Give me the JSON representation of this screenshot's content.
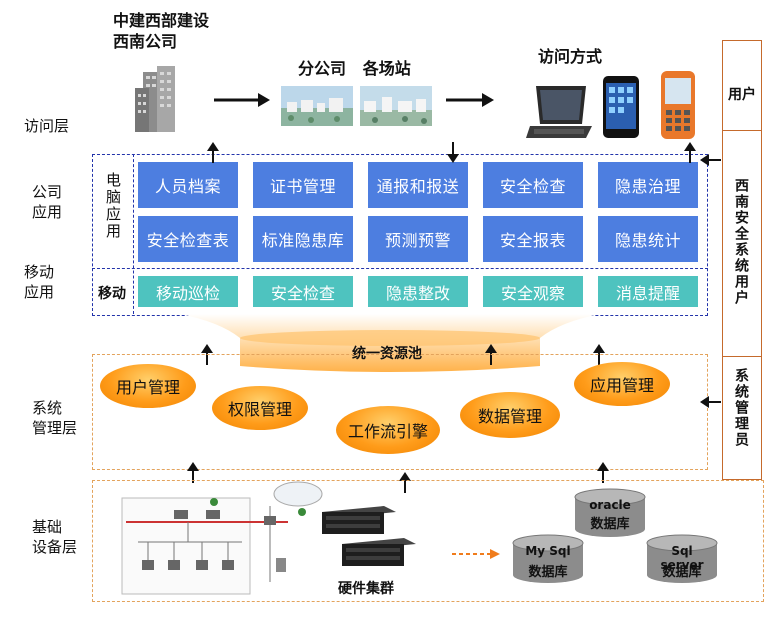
{
  "header": {
    "company": "中建西部建设\n西南公司",
    "branches": "分公司   各场站",
    "access_methods": "访问方式"
  },
  "layers": {
    "access": "访问层",
    "company_app": "公司\n应用",
    "mobile_app": "移动\n应用",
    "system_mgmt": "系统\n管理层",
    "infra": "基础\n设备层"
  },
  "pc_app_label": "电脑应用",
  "mobile_label": "移动",
  "pc_modules_row1": [
    "人员档案",
    "证书管理",
    "通报和报送",
    "安全检查",
    "隐患治理"
  ],
  "pc_modules_row2": [
    "安全检查表",
    "标准隐患库",
    "预测预警",
    "安全报表",
    "隐患统计"
  ],
  "mobile_modules": [
    "移动巡检",
    "安全检查",
    "隐患整改",
    "安全观察",
    "消息提醒"
  ],
  "resource_pool": "统一资源池",
  "mgmt_modules": {
    "user": "用户管理",
    "permission": "权限管理",
    "workflow": "工作流引擎",
    "data": "数据管理",
    "app": "应用管理"
  },
  "roles": {
    "user": "用户",
    "southwest_users": "西南安全系统用户",
    "admin": "系统管理员"
  },
  "infra": {
    "hardware_cluster": "硬件集群",
    "databases": [
      {
        "name": "oracle",
        "label": "数据库"
      },
      {
        "name": "My Sql",
        "label": "数据库"
      },
      {
        "name": "Sql server",
        "label": "数据库"
      }
    ]
  },
  "colors": {
    "module_blue": "#4d7ee0",
    "mobile_teal": "#4ec3bf",
    "mgmt_orange": "#ff9c1a",
    "pool_orange": "#ffbf66",
    "border_blue": "#2233aa",
    "border_orange": "#e3a35c"
  }
}
